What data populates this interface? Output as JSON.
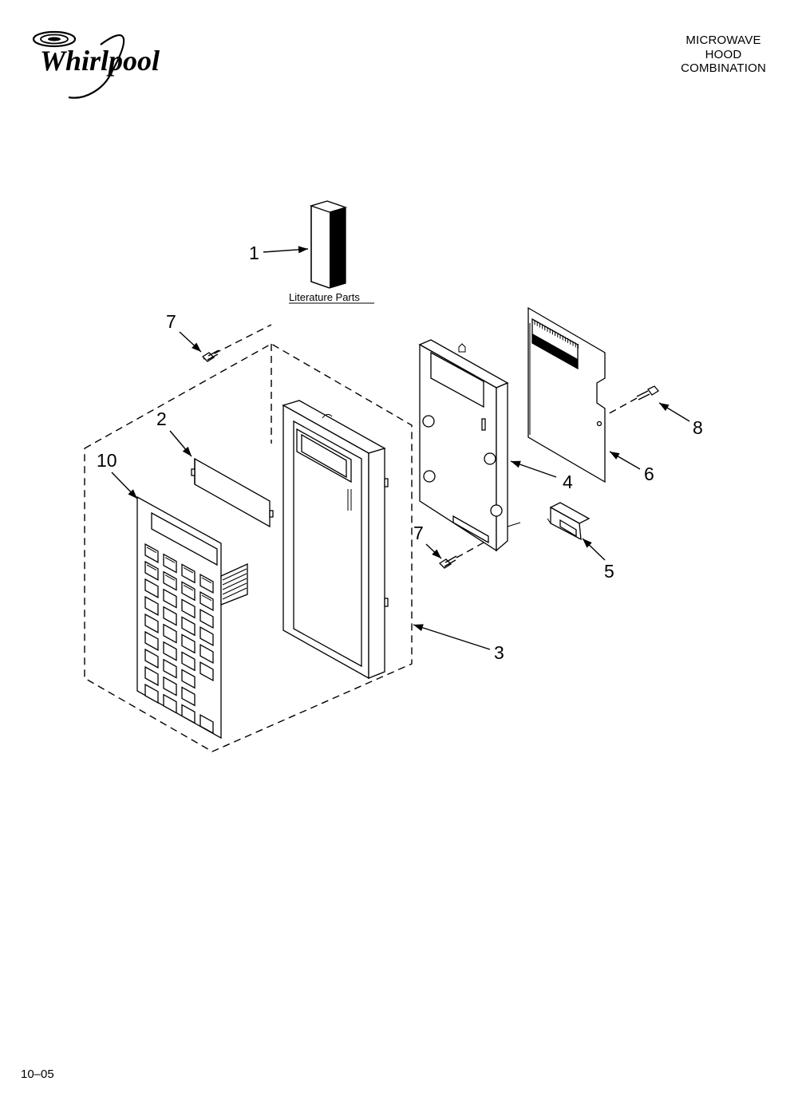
{
  "brand": {
    "name": "Whirlpool"
  },
  "header": {
    "lines": [
      "MICROWAVE",
      "HOOD",
      "COMBINATION"
    ]
  },
  "diagram": {
    "literature_label": "Literature Parts",
    "callouts": {
      "c1": "1",
      "c2": "2",
      "c3": "3",
      "c4": "4",
      "c5": "5",
      "c6": "6",
      "c7a": "7",
      "c7b": "7",
      "c8": "8",
      "c10": "10"
    }
  },
  "footer": {
    "code": "10–05"
  }
}
